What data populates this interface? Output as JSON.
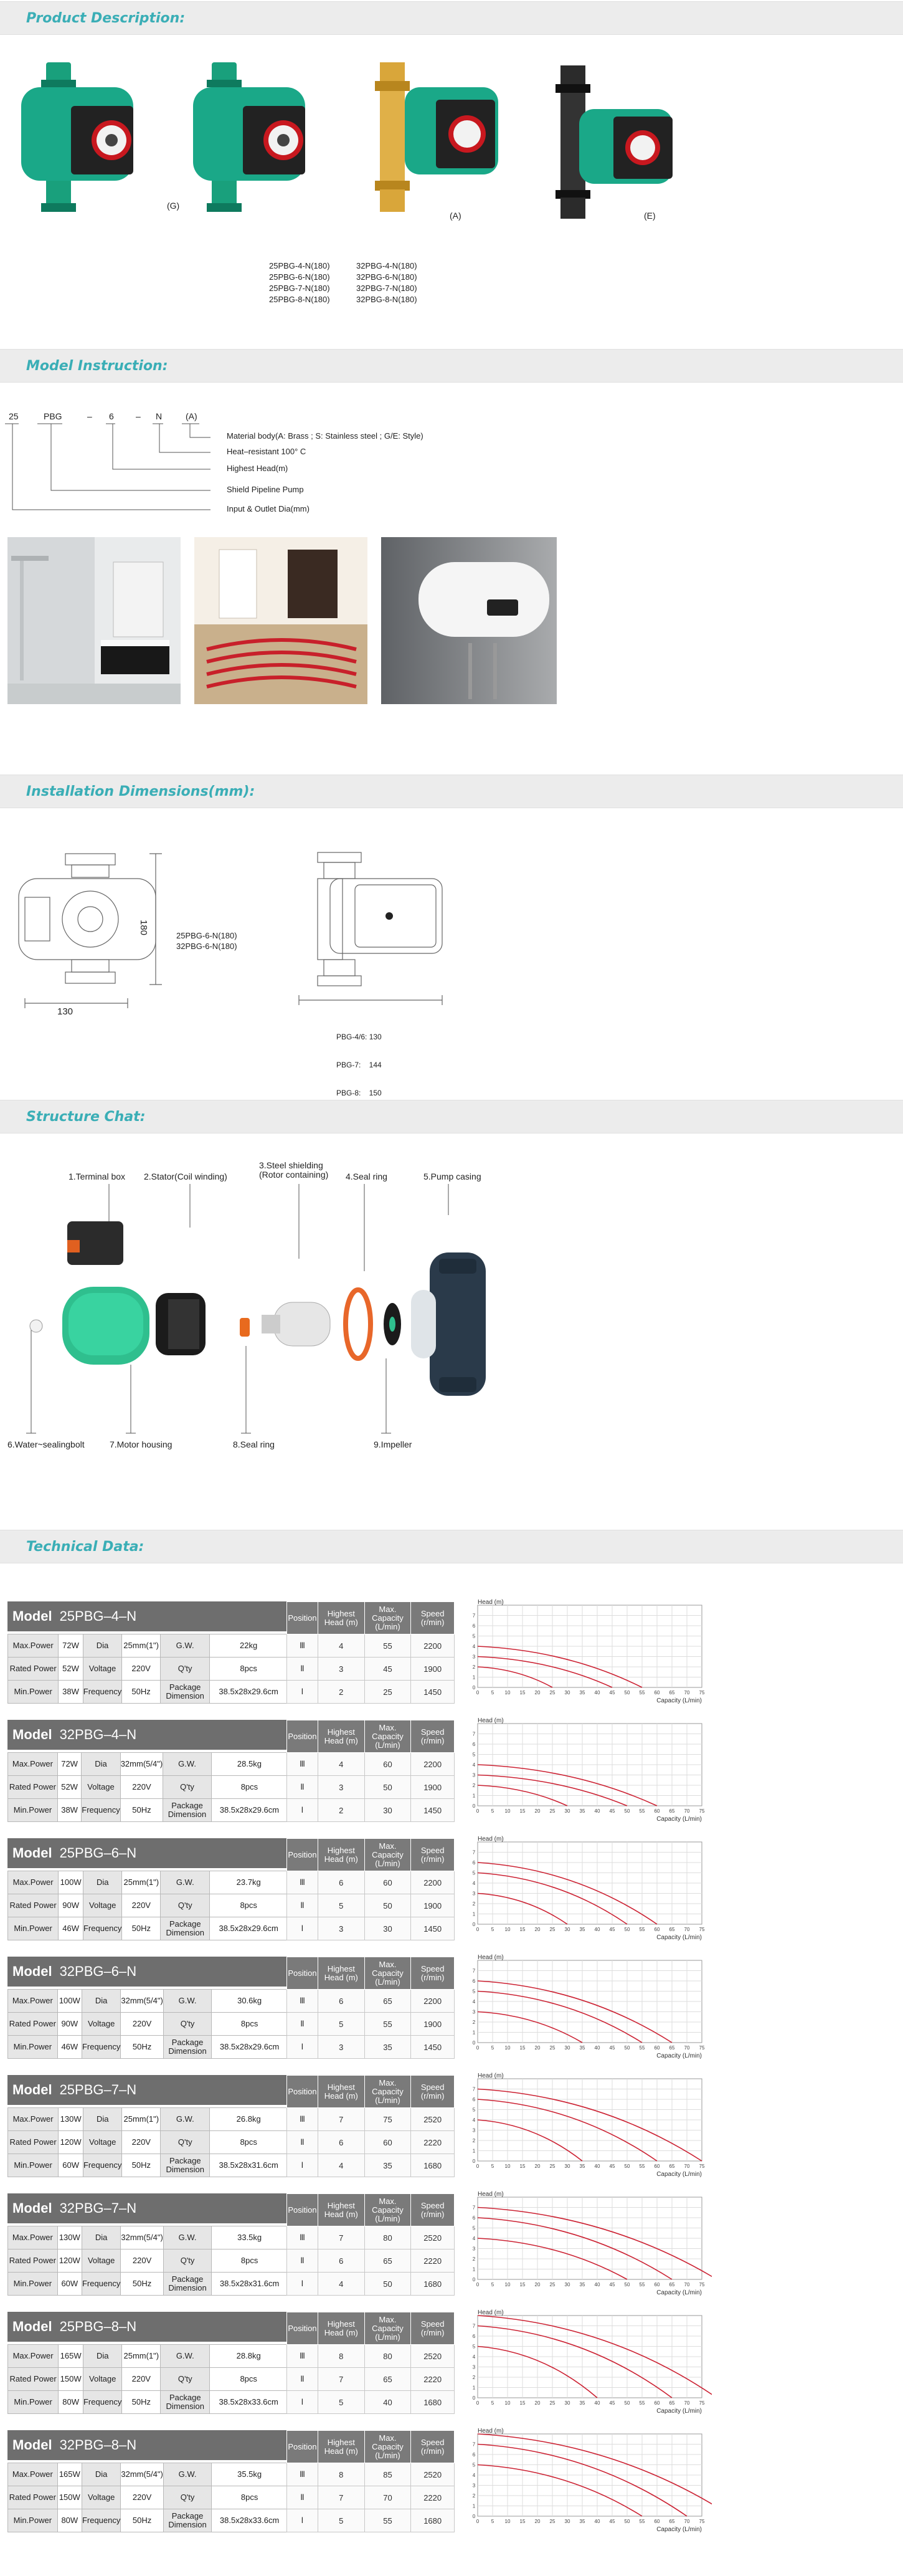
{
  "sections": {
    "product_description": "Product Description:",
    "model_instruction": "Model Instruction:",
    "installation_dimensions": "Installation Dimensions(mm):",
    "structure_chat": "Structure Chat:",
    "technical_data": "Technical Data:"
  },
  "products": {
    "labels": [
      "(G)",
      "(A)",
      "(E)"
    ],
    "models_left": [
      "25PBG-4-N(180)",
      "25PBG-6-N(180)",
      "25PBG-7-N(180)",
      "25PBG-8-N(180)"
    ],
    "models_right": [
      "32PBG-4-N(180)",
      "32PBG-6-N(180)",
      "32PBG-7-N(180)",
      "32PBG-8-N(180)"
    ]
  },
  "model_code": {
    "parts": [
      "25",
      "PBG",
      "–",
      "6",
      "–",
      "N",
      "(A)"
    ],
    "desc": [
      "Material body(A: Brass ; S: Stainless steel ; G/E: Style)",
      "Heat–resistant 100° C",
      "Highest Head(m)",
      "Shield Pipeline Pump",
      "Input & Outlet Dia(mm)"
    ]
  },
  "install": {
    "width": "130",
    "height": "180",
    "models": [
      "25PBG-6-N(180)",
      "32PBG-6-N(180)"
    ],
    "pbg": [
      "PBG-4/6: 130",
      "PBG-7:    144",
      "PBG-8:    150"
    ]
  },
  "structure": {
    "parts": [
      "1.Terminal box",
      "2.Stator(Coil winding)",
      "3.Steel shielding",
      "(Rotor containing)",
      "4.Seal ring",
      "5.Pump casing",
      "6.Water~sealingbolt",
      "7.Motor housing",
      "8.Seal ring",
      "9.Impeller"
    ]
  },
  "tech": {
    "row_labels": [
      "Max.Power",
      "Rated Power",
      "Min.Power"
    ],
    "col_labels": [
      "Dia",
      "Voltage",
      "Frequency"
    ],
    "col2_labels": [
      "G.W.",
      "Q'ty",
      "Package Dimension"
    ],
    "pos_headers": [
      "Position",
      "Highest Head (m)",
      "Max. Capacity (L/min)",
      "Speed (r/min)"
    ],
    "positions": [
      "Ⅲ",
      "Ⅱ",
      "Ⅰ"
    ],
    "model_word": "Model",
    "head_label": "Head (m)",
    "capacity_label": "Capacity (L/min)",
    "models": [
      {
        "name": "25PBG–4–N",
        "power": [
          "72W",
          "52W",
          "38W"
        ],
        "dia": "25mm(1\")",
        "voltage": "220V",
        "freq": "50Hz",
        "gw": "22kg",
        "qty": "8pcs",
        "pkg": "38.5x28x29.6cm",
        "pos": [
          [
            "4",
            "55",
            "2200"
          ],
          [
            "3",
            "45",
            "1900"
          ],
          [
            "2",
            "25",
            "1450"
          ]
        ]
      },
      {
        "name": "32PBG–4–N",
        "power": [
          "72W",
          "52W",
          "38W"
        ],
        "dia": "32mm(5/4\")",
        "voltage": "220V",
        "freq": "50Hz",
        "gw": "28.5kg",
        "qty": "8pcs",
        "pkg": "38.5x28x29.6cm",
        "pos": [
          [
            "4",
            "60",
            "2200"
          ],
          [
            "3",
            "50",
            "1900"
          ],
          [
            "2",
            "30",
            "1450"
          ]
        ]
      },
      {
        "name": "25PBG–6–N",
        "power": [
          "100W",
          "90W",
          "46W"
        ],
        "dia": "25mm(1\")",
        "voltage": "220V",
        "freq": "50Hz",
        "gw": "23.7kg",
        "qty": "8pcs",
        "pkg": "38.5x28x29.6cm",
        "pos": [
          [
            "6",
            "60",
            "2200"
          ],
          [
            "5",
            "50",
            "1900"
          ],
          [
            "3",
            "30",
            "1450"
          ]
        ]
      },
      {
        "name": "32PBG–6–N",
        "power": [
          "100W",
          "90W",
          "46W"
        ],
        "dia": "32mm(5/4\")",
        "voltage": "220V",
        "freq": "50Hz",
        "gw": "30.6kg",
        "qty": "8pcs",
        "pkg": "38.5x28x29.6cm",
        "pos": [
          [
            "6",
            "65",
            "2200"
          ],
          [
            "5",
            "55",
            "1900"
          ],
          [
            "3",
            "35",
            "1450"
          ]
        ]
      },
      {
        "name": "25PBG–7–N",
        "power": [
          "130W",
          "120W",
          "60W"
        ],
        "dia": "25mm(1\")",
        "voltage": "220V",
        "freq": "50Hz",
        "gw": "26.8kg",
        "qty": "8pcs",
        "pkg": "38.5x28x31.6cm",
        "pos": [
          [
            "7",
            "75",
            "2520"
          ],
          [
            "6",
            "60",
            "2220"
          ],
          [
            "4",
            "35",
            "1680"
          ]
        ]
      },
      {
        "name": "32PBG–7–N",
        "power": [
          "130W",
          "120W",
          "60W"
        ],
        "dia": "32mm(5/4\")",
        "voltage": "220V",
        "freq": "50Hz",
        "gw": "33.5kg",
        "qty": "8pcs",
        "pkg": "38.5x28x31.6cm",
        "pos": [
          [
            "7",
            "80",
            "2520"
          ],
          [
            "6",
            "65",
            "2220"
          ],
          [
            "4",
            "50",
            "1680"
          ]
        ]
      },
      {
        "name": "25PBG–8–N",
        "power": [
          "165W",
          "150W",
          "80W"
        ],
        "dia": "25mm(1\")",
        "voltage": "220V",
        "freq": "50Hz",
        "gw": "28.8kg",
        "qty": "8pcs",
        "pkg": "38.5x28x33.6cm",
        "pos": [
          [
            "8",
            "80",
            "2520"
          ],
          [
            "7",
            "65",
            "2220"
          ],
          [
            "5",
            "40",
            "1680"
          ]
        ]
      },
      {
        "name": "32PBG–8–N",
        "power": [
          "165W",
          "150W",
          "80W"
        ],
        "dia": "32mm(5/4\")",
        "voltage": "220V",
        "freq": "50Hz",
        "gw": "35.5kg",
        "qty": "8pcs",
        "pkg": "38.5x28x33.6cm",
        "pos": [
          [
            "8",
            "85",
            "2520"
          ],
          [
            "7",
            "70",
            "2220"
          ],
          [
            "5",
            "55",
            "1680"
          ]
        ]
      }
    ]
  },
  "colors": {
    "accent": "#3aaeb6",
    "pump_green": "#1aa888",
    "curve_red": "#cc2233"
  }
}
